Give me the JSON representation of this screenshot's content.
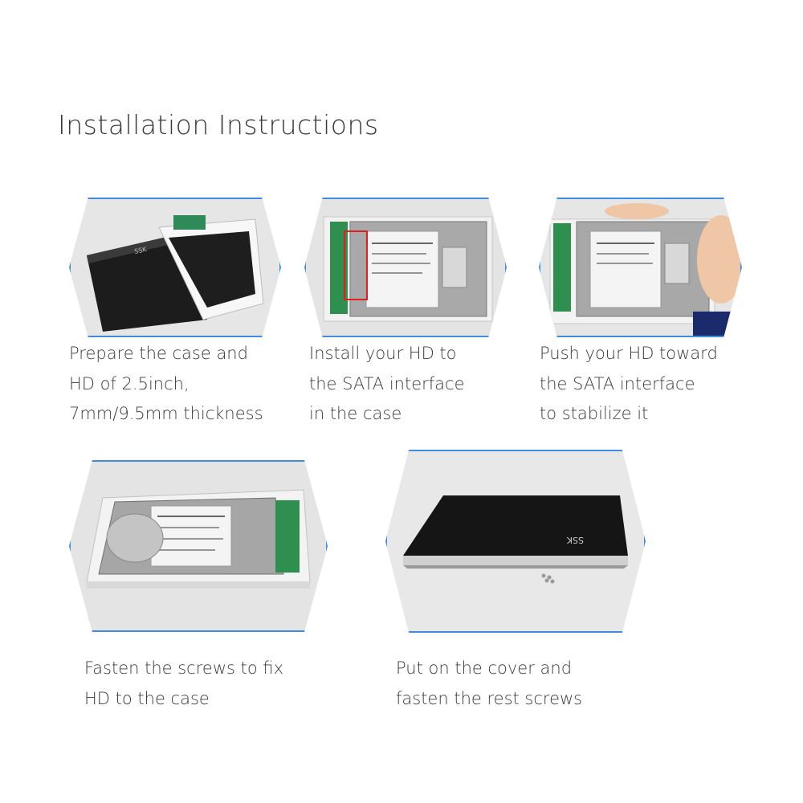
{
  "page": {
    "title": "Installation Instructions",
    "accent_color": "#3f8de0"
  },
  "steps": [
    {
      "caption": [
        "Prepare the case and",
        "HD of 2.5inch,",
        "7mm/9.5mm thickness"
      ]
    },
    {
      "caption": [
        "Install your HD to",
        "the SATA interface",
        "in the case"
      ]
    },
    {
      "caption": [
        "Push your HD toward",
        "the SATA interface",
        "to stabilize it"
      ]
    },
    {
      "caption": [
        "Fasten the screws to fix",
        "HD to the case"
      ]
    },
    {
      "caption": [
        "Put on the cover and",
        "fasten the rest screws"
      ]
    }
  ]
}
